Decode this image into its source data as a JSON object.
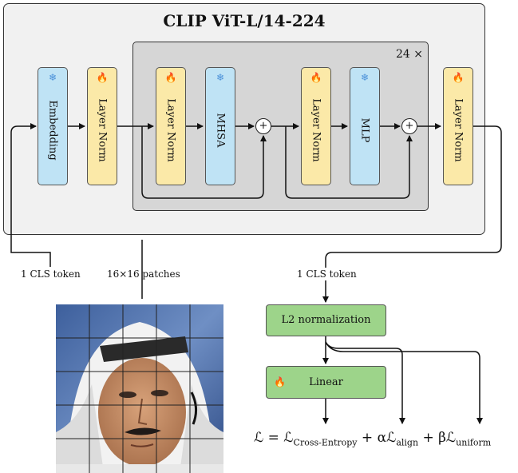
{
  "diagram": {
    "title": "CLIP ViT-L/14-224",
    "repeat_label": "24 ×",
    "blocks": [
      {
        "label": "Embedding",
        "icon": "snowflake-icon",
        "glyph": "❄"
      },
      {
        "label": "Layer Norm",
        "icon": "fire-icon",
        "glyph": "🔥"
      },
      {
        "label": "Layer Norm",
        "icon": "fire-icon",
        "glyph": "🔥"
      },
      {
        "label": "MHSA",
        "icon": "snowflake-icon",
        "glyph": "❄"
      },
      {
        "label": "Layer Norm",
        "icon": "fire-icon",
        "glyph": "🔥"
      },
      {
        "label": "MLP",
        "icon": "snowflake-icon",
        "glyph": "❄"
      },
      {
        "label": "Layer Norm",
        "icon": "fire-icon",
        "glyph": "🔥"
      }
    ],
    "plus_symbol": "+",
    "input_cls_label": "1 CLS token",
    "patches_label": "16×16 patches",
    "output_cls_label": "1 CLS token",
    "l2_label": "L2 normalization",
    "linear_label": "Linear",
    "linear_icon": "🔥",
    "loss": {
      "lhs": "ℒ = ℒ",
      "ce_sub": "Cross-Entropy",
      "plus1": " + αℒ",
      "align_sub": "align",
      "plus2": " + βℒ",
      "uniform_sub": "uniform"
    },
    "colors": {
      "frozen_block": "#bfe3f5",
      "trainable_block": "#fbe9a8",
      "head_block": "#9dd48a",
      "outer_panel": "#f1f1f1",
      "inner_panel": "#d6d6d6"
    }
  }
}
